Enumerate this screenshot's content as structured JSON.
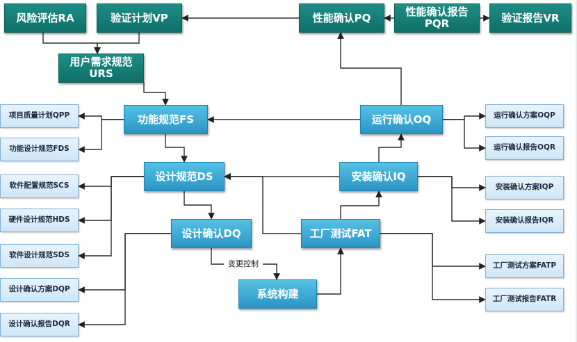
{
  "diagram": {
    "nodes": [
      {
        "id": "ra",
        "style": "teal",
        "label": "风险评估RA"
      },
      {
        "id": "vp",
        "style": "teal",
        "label": "验证计划VP"
      },
      {
        "id": "pq",
        "style": "teal",
        "label": "性能确认PQ"
      },
      {
        "id": "pqr",
        "style": "teal",
        "label": "性能确认报告\nPQR"
      },
      {
        "id": "vr",
        "style": "teal",
        "label": "验证报告VR"
      },
      {
        "id": "urs",
        "style": "teal",
        "label": "用户需求规范\nURS"
      },
      {
        "id": "fs",
        "style": "blue",
        "label": "功能规范FS"
      },
      {
        "id": "oq",
        "style": "blue",
        "label": "运行确认OQ"
      },
      {
        "id": "ds",
        "style": "blue",
        "label": "设计规范DS"
      },
      {
        "id": "iq",
        "style": "blue",
        "label": "安装确认IQ"
      },
      {
        "id": "dq",
        "style": "blue",
        "label": "设计确认DQ"
      },
      {
        "id": "fat",
        "style": "blue",
        "label": "工厂测试FAT"
      },
      {
        "id": "sys",
        "style": "blue",
        "label": "系统构建"
      },
      {
        "id": "qpp",
        "style": "light",
        "label": "项目质量计划QPP"
      },
      {
        "id": "fds",
        "style": "light",
        "label": "功能设计规范FDS"
      },
      {
        "id": "scs",
        "style": "light",
        "label": "软件配置规范SCS"
      },
      {
        "id": "hds",
        "style": "light",
        "label": "硬件设计规范HDS"
      },
      {
        "id": "sds",
        "style": "light",
        "label": "软件设计规范SDS"
      },
      {
        "id": "dqp",
        "style": "light",
        "label": "设计确认方案DQP"
      },
      {
        "id": "dqr",
        "style": "light",
        "label": "设计确认报告DQR"
      },
      {
        "id": "oqp",
        "style": "light",
        "label": "运行确认方案OQP"
      },
      {
        "id": "oqr",
        "style": "light",
        "label": "运行确认报告OQR"
      },
      {
        "id": "iqp",
        "style": "light",
        "label": "安装确认方案IQP"
      },
      {
        "id": "iqr",
        "style": "light",
        "label": "安装确认报告IQR"
      },
      {
        "id": "fatp",
        "style": "light",
        "label": "工厂测试方案FATP"
      },
      {
        "id": "fatr",
        "style": "light",
        "label": "工厂测试报告FATR"
      },
      {
        "id": "chg",
        "style": "plain",
        "label": "变更控制"
      }
    ],
    "edges": [
      [
        "ra",
        "urs"
      ],
      [
        "vp",
        "urs"
      ],
      [
        "pq",
        "vp"
      ],
      [
        "pqr",
        "pq"
      ],
      [
        "pqr",
        "vr"
      ],
      [
        "urs",
        "fs"
      ],
      [
        "fs",
        "qpp"
      ],
      [
        "fs",
        "fds"
      ],
      [
        "fs",
        "ds"
      ],
      [
        "oq",
        "fs"
      ],
      [
        "oq",
        "pq"
      ],
      [
        "oq",
        "oqp"
      ],
      [
        "oq",
        "oqr"
      ],
      [
        "ds",
        "scs"
      ],
      [
        "ds",
        "hds"
      ],
      [
        "ds",
        "sds"
      ],
      [
        "ds",
        "dq"
      ],
      [
        "iq",
        "ds"
      ],
      [
        "iq",
        "oq"
      ],
      [
        "iq",
        "iqp"
      ],
      [
        "iq",
        "iqr"
      ],
      [
        "dq",
        "dqp"
      ],
      [
        "dq",
        "dqr"
      ],
      [
        "dq",
        "sys"
      ],
      [
        "sys",
        "fat"
      ],
      [
        "fat",
        "ds"
      ],
      [
        "fat",
        "iq"
      ],
      [
        "fat",
        "fatp"
      ],
      [
        "fat",
        "fatr"
      ]
    ]
  }
}
